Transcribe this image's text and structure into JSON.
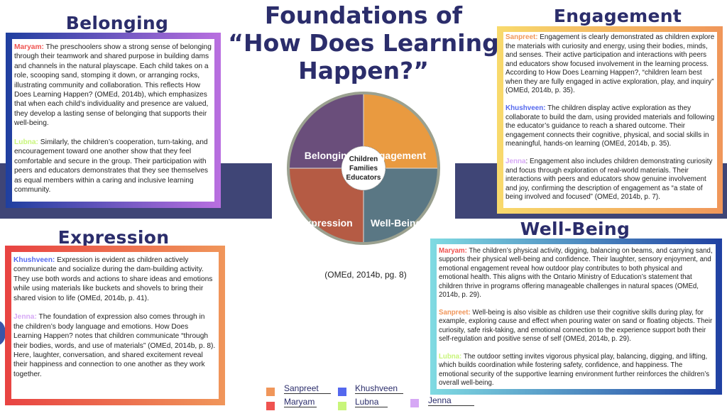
{
  "title": [
    "Foundations of",
    "“How Does Learning",
    "Happen?”"
  ],
  "colors": {
    "navy": "#2b2d6b",
    "sanpreet": "#f0965a",
    "maryam": "#ef5350",
    "khushveen": "#5468ee",
    "lubna": "#c8f57a",
    "jenna": "#d6a8f5"
  },
  "sections": {
    "belonging": {
      "title": "Belonging",
      "entries": [
        {
          "name": "Maryam:",
          "text": " The preschoolers show a strong sense of belonging through their teamwork and shared purpose in building dams and channels in the natural playscape. Each child takes on a role, scooping sand, stomping it down, or arranging rocks, illustrating community and collaboration. This reflects How Does Learning Happen? (OMEd, 2014b), which emphasizes that when each child’s individuality and presence are valued, they develop a lasting sense of belonging that supports their well-being."
        },
        {
          "name": "Lubna:",
          "text": " Similarly, the children’s cooperation, turn-taking, and encouragement toward one another show that they feel comfortable and secure in the group. Their participation with peers and educators demonstrates that they see themselves as equal members within a caring and inclusive learning community."
        }
      ]
    },
    "engagement": {
      "title": "Engagement",
      "entries": [
        {
          "name": "Sanpreet:",
          "text": " Engagement is clearly demonstrated as children explore the materials with curiosity and energy, using their bodies, minds, and senses. Their active participation and interactions with peers and educators show focused involvement in the learning process. According to How Does Learning Happen?, “children learn best when they are fully engaged in active exploration, play, and inquiry” (OMEd, 2014b, p. 35)."
        },
        {
          "name": "Khushveen:",
          "text": " The children display active exploration as they collaborate to build the dam, using provided materials and following the educator’s guidance to reach a shared outcome. Their engagement connects their cognitive, physical, and social skills in meaningful, hands-on learning (OMEd, 2014b, p. 35)."
        },
        {
          "name": "Jenna",
          "text": ": Engagement also includes children demonstrating curiosity and focus through exploration of real-world materials. Their interactions with peers and educators show genuine involvement and joy, confirming the description of engagement as “a state of being involved and focused” (OMEd, 2014b, p. 7)."
        }
      ]
    },
    "expression": {
      "title": "Expression",
      "entries": [
        {
          "name": "Khushveen:",
          "text": " Expression is evident as children actively communicate and socialize during the dam-building activity. They use both words and actions to share ideas and emotions while using materials like buckets and shovels to bring their shared vision to life (OMEd, 2014b, p. 41)."
        },
        {
          "name": "Jenna:",
          "text": " The foundation of expression also comes through in the children’s body language and emotions. How Does Learning Happen? notes that children communicate “through their bodies, words, and use of materials” (OMEd, 2014b, p. 8). Here, laughter, conversation, and shared excitement reveal their happiness and connection to one another as they work together."
        }
      ]
    },
    "wellbeing": {
      "title": "Well-Being",
      "entries": [
        {
          "name": "Maryam:",
          "text": " The children’s physical activity, digging, balancing on beams, and carrying sand, supports their physical well-being and confidence. Their laughter, sensory enjoyment, and emotional engagement reveal how outdoor play contributes to both physical and emotional health. This aligns with the Ontario Ministry of Education’s statement that children thrive in programs offering manageable challenges in natural spaces (OMEd, 2014b, p. 29)."
        },
        {
          "name": "Sanpreet:",
          "text": " Well-being is also visible as children use their cognitive skills during play, for example, exploring cause and effect when pouring water on sand or floating objects. Their curiosity, safe risk-taking, and emotional connection to the experience support both their self-regulation and positive sense of self (OMEd, 2014b, p. 29)."
        },
        {
          "name": "Lubna:",
          "text": " The outdoor setting invites vigorous physical play, balancing, digging, and lifting, which builds coordination while fostering safety, confidence, and happiness. The emotional security of the supportive learning environment further reinforces the children’s overall well-being."
        }
      ]
    }
  },
  "wheel": {
    "quadrants": [
      "Belonging",
      "Engagement",
      "Expression",
      "Well-Being"
    ],
    "center": [
      "Children",
      "Families",
      "Educators"
    ],
    "citation": "(OMEd, 2014b, pg. 8)"
  },
  "legend": [
    "Sanpreet",
    "Khushveen",
    "Maryam",
    "Lubna",
    "Jenna"
  ]
}
